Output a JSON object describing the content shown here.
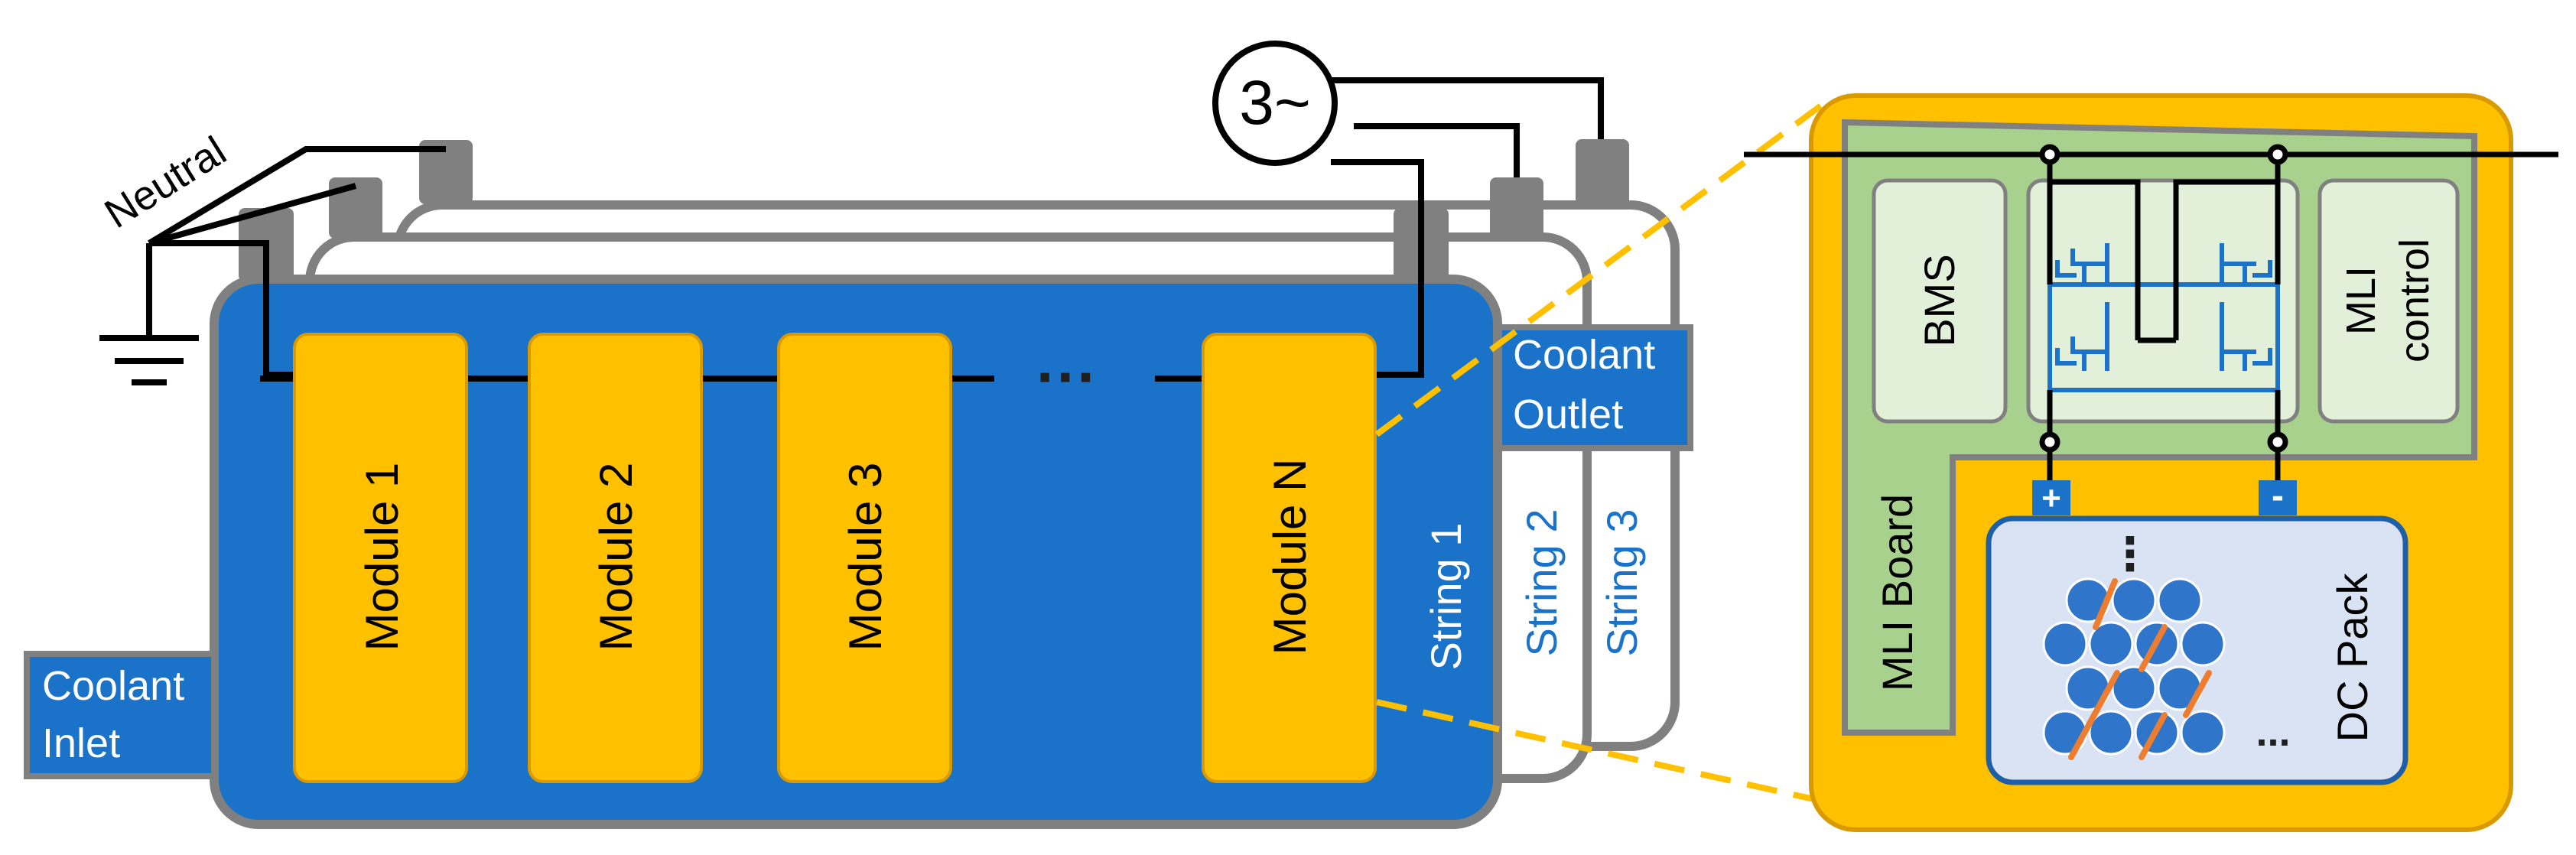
{
  "ac_source": {
    "symbol": "3~"
  },
  "labels": {
    "neutral": "Neutral",
    "coolant_inlet_line1": "Coolant",
    "coolant_inlet_line2": "Inlet",
    "coolant_outlet_line1": "Coolant",
    "coolant_outlet_line2": "Outlet",
    "ellipsis": "···"
  },
  "modules": [
    "Module 1",
    "Module 2",
    "Module 3",
    "Module N"
  ],
  "strings": [
    "String 1",
    "String 2",
    "String 3"
  ],
  "detail": {
    "bms": "BMS",
    "mli_control_line1": "MLI",
    "mli_control_line2": "control",
    "mli_board": "MLI Board",
    "dc_pack": "DC Pack",
    "plus": "+",
    "minus": "-",
    "dots_top": "⋮",
    "dots_side": "..."
  },
  "colors": {
    "string_blue": "#1a73c8",
    "module_yellow": "#ffc000",
    "detail_orange": "#ffc000",
    "board_green": "#a9d18e",
    "light_green": "#e2f0d9",
    "pack_blue": "#dae3f3",
    "cell_blue": "#2f75c9",
    "cell_strip": "#ed7d31",
    "frame_gray": "#808080"
  }
}
